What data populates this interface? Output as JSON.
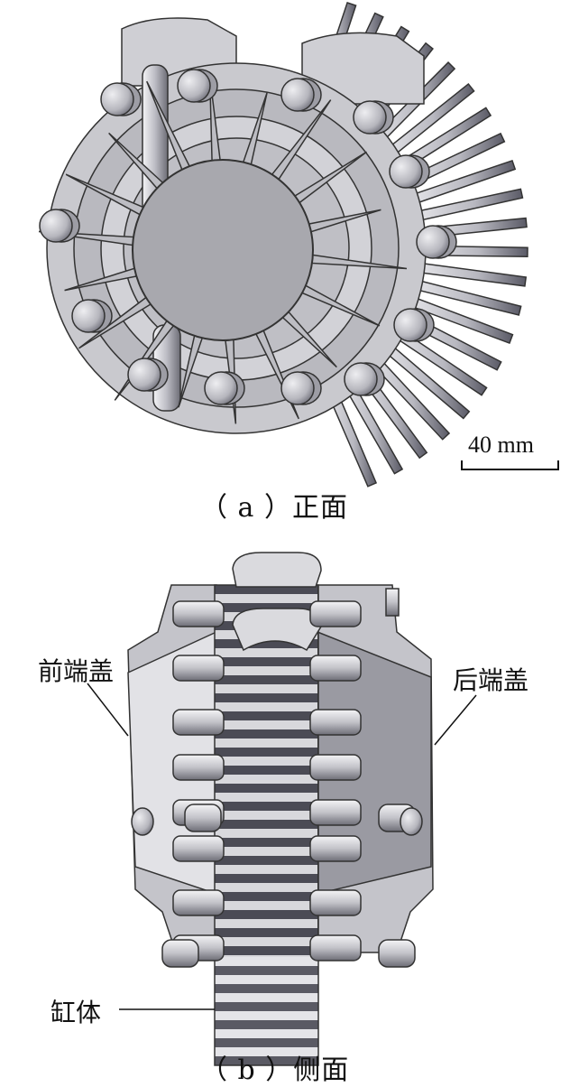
{
  "figure_a": {
    "caption": "（ a ）正面",
    "scale_bar": {
      "label": "40 mm"
    }
  },
  "figure_b": {
    "caption": "（ b ）侧面",
    "labels": {
      "front_cover": "前端盖",
      "rear_cover": "后端盖",
      "cylinder": "缸体"
    }
  },
  "colors": {
    "metal_light": "#d7d7db",
    "metal_mid": "#a9a9b0",
    "metal_dark": "#6e6e78",
    "line": "#222222"
  }
}
